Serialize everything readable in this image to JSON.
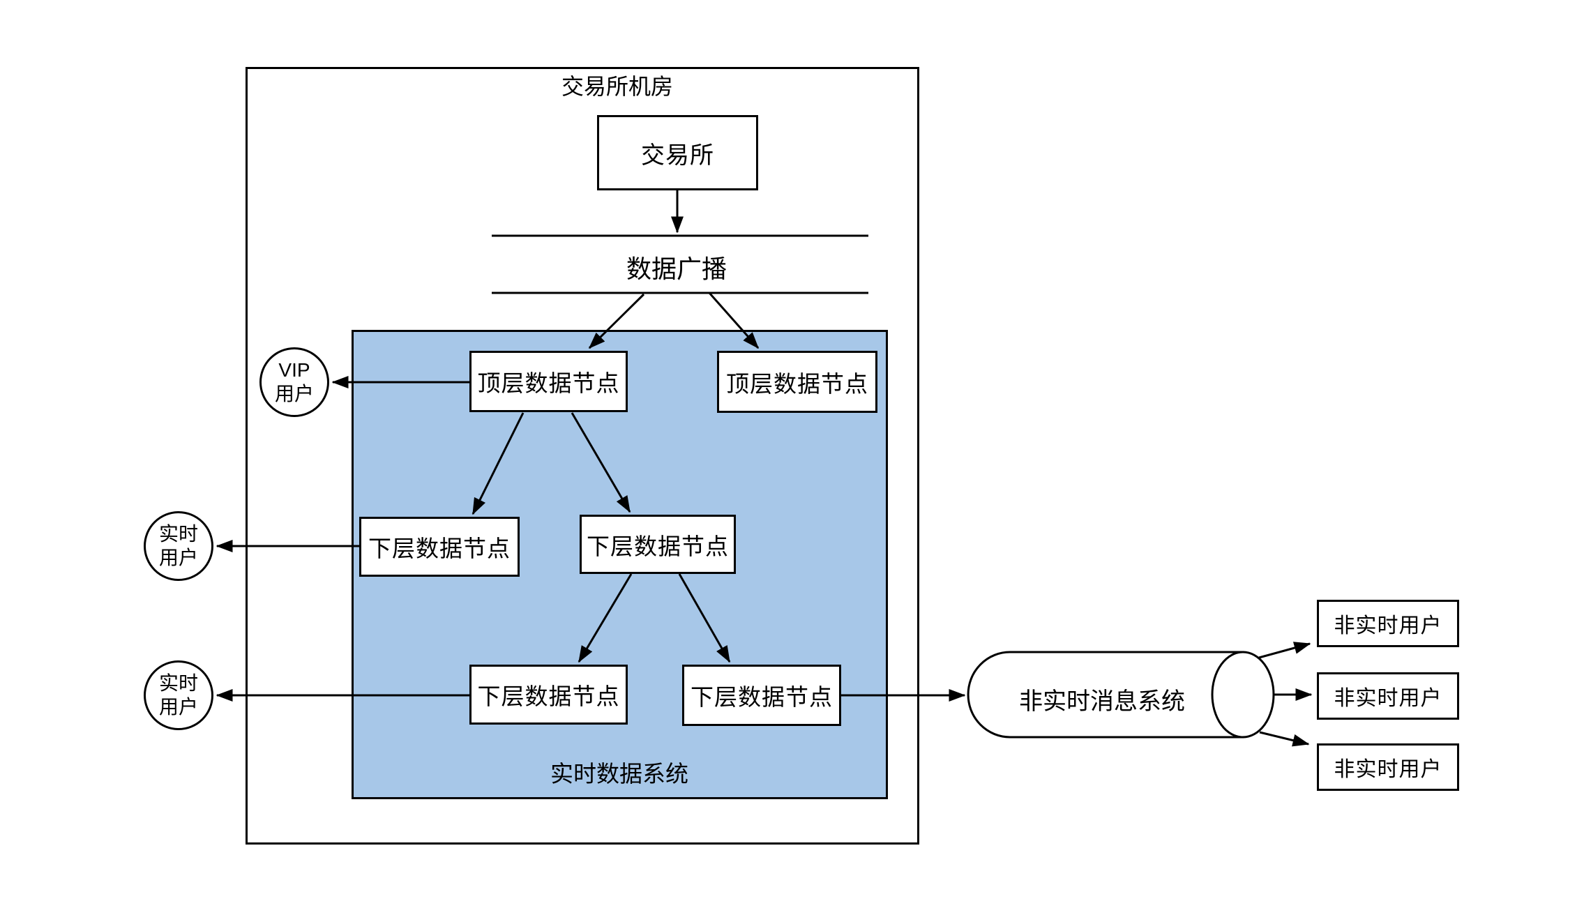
{
  "colors": {
    "stroke": "#000000",
    "node_fill": "#ffffff",
    "realtime_region_fill": "#a7c7e8"
  },
  "containers": {
    "machine_room": {
      "label": "交易所机房"
    },
    "realtime_system": {
      "label": "实时数据系统"
    }
  },
  "nodes": {
    "exchange": {
      "label": "交易所"
    },
    "broadcast": {
      "label": "数据广播"
    },
    "top": [
      {
        "label": "顶层数据节点"
      },
      {
        "label": "顶层数据节点"
      }
    ],
    "lower": [
      {
        "label": "下层数据节点"
      },
      {
        "label": "下层数据节点"
      },
      {
        "label": "下层数据节点"
      },
      {
        "label": "下层数据节点"
      }
    ],
    "message_system": {
      "label": "非实时消息系统"
    }
  },
  "users": {
    "vip": {
      "line1": "VIP",
      "line2": "用户"
    },
    "realtime": [
      {
        "line1": "实时",
        "line2": "用户"
      },
      {
        "line1": "实时",
        "line2": "用户"
      }
    ],
    "non_realtime": [
      {
        "label": "非实时用户"
      },
      {
        "label": "非实时用户"
      },
      {
        "label": "非实时用户"
      }
    ]
  }
}
